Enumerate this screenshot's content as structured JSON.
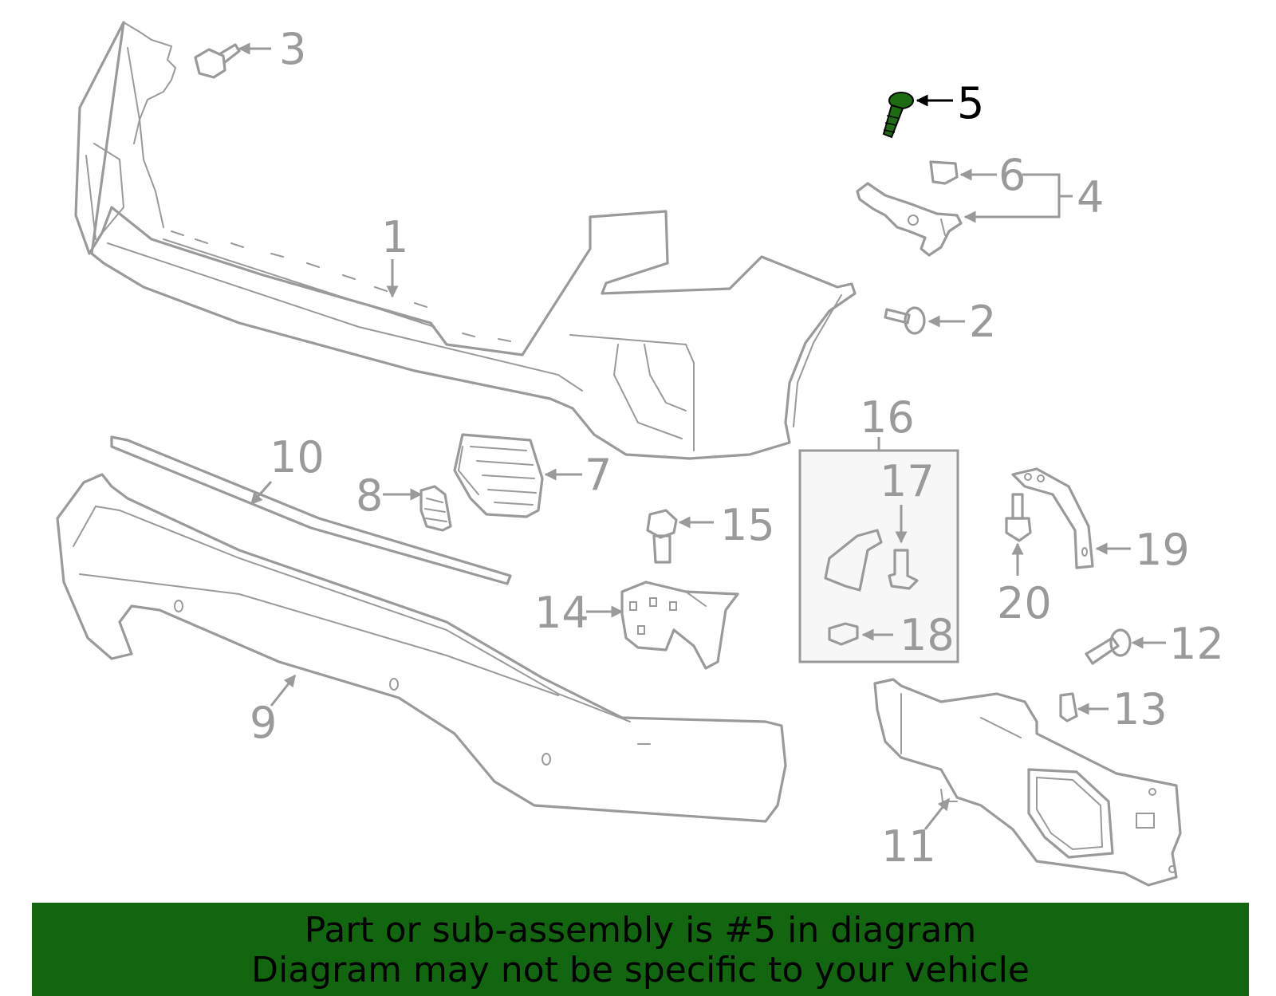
{
  "diagram": {
    "highlight_color": "#1e6b12",
    "line_color": "#9a9a9a",
    "highlighted_part": "5",
    "callouts": [
      "1",
      "2",
      "3",
      "4",
      "5",
      "6",
      "7",
      "8",
      "9",
      "10",
      "11",
      "12",
      "13",
      "14",
      "15",
      "16",
      "17",
      "18",
      "19",
      "20"
    ]
  },
  "banner": {
    "background": "#136610",
    "line1": "Part or sub-assembly is #5 in diagram",
    "line2": "Diagram may not be specific to your vehicle"
  }
}
